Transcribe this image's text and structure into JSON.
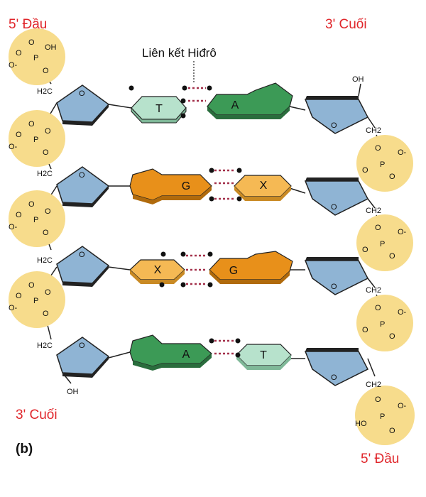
{
  "labels": {
    "top_left": "5' Đầu",
    "top_right": "3' Cuối",
    "bottom_left": "3' Cuối",
    "bottom_right": "5' Đầu",
    "hydrogen_bond": "Liên kết Hiđrô",
    "panel": "(b)"
  },
  "chem": {
    "P": "P",
    "O": "O",
    "OH": "OH",
    "HO": "HO",
    "O_minus": "O-",
    "H2C": "H2C",
    "CH2": "CH2"
  },
  "pairs": [
    {
      "left_base": "T",
      "right_base": "A"
    },
    {
      "left_base": "G",
      "right_base": "X"
    },
    {
      "left_base": "X",
      "right_base": "G"
    },
    {
      "left_base": "A",
      "right_base": "T"
    }
  ],
  "colors": {
    "phosphate": "#f7dc8c",
    "sugar": "#8fb4d4",
    "guanine": "#e8901a",
    "cytosine": "#f5b954",
    "thymine": "#b7e2cc",
    "adenine": "#3c9a56",
    "label_red": "#e0262b",
    "hbond": "#a3304a"
  }
}
